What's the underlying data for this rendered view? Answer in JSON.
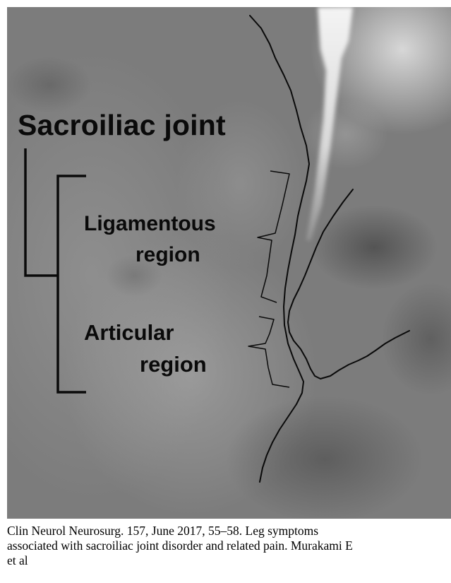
{
  "figure": {
    "labels": {
      "joint": "Sacroiliac joint",
      "ligamentous_line1": "Ligamentous",
      "ligamentous_line2": "region",
      "articular_line1": "Articular",
      "articular_line2": "region"
    },
    "caption": {
      "line1": "Clin Neurol Neurosurg. 157, June 2017,  55–58. Leg symptoms",
      "line2": "associated with sacroiliac joint disorder and related pain. Murakami E",
      "line3": "et al"
    }
  },
  "colors": {
    "xray_base": "#7c7c7c",
    "xray_light": "#c8c8c8",
    "xray_dark": "#5a5a5a",
    "annotation_ink": "#0a0a0a"
  }
}
